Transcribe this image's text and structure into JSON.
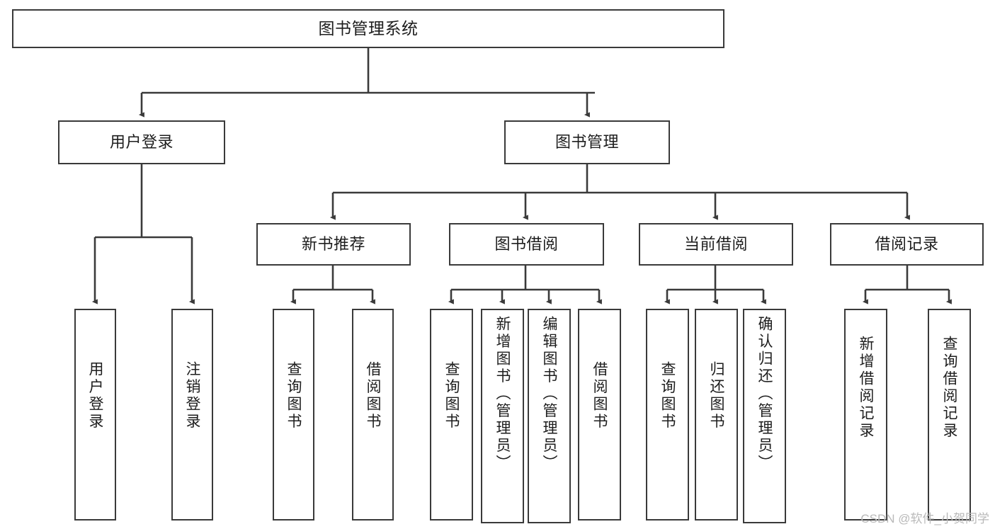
{
  "diagram": {
    "title": "图书管理系统",
    "type": "tree",
    "watermark": "CSDN @软件_小贺同学",
    "colors": {
      "stroke": "#3a3a3a",
      "text": "#1d1d1d",
      "background": "#ffffff",
      "watermark": "#b9b9b9"
    },
    "levels": {
      "root": {
        "label": "图书管理系统"
      },
      "level2": [
        {
          "label": "用户登录"
        },
        {
          "label": "图书管理"
        }
      ],
      "level3": [
        {
          "label": "新书推荐"
        },
        {
          "label": "图书借阅"
        },
        {
          "label": "当前借阅"
        },
        {
          "label": "借阅记录"
        }
      ],
      "level4": [
        {
          "label": "用户登录",
          "parent": "用户登录"
        },
        {
          "label": "注销登录",
          "parent": "用户登录"
        },
        {
          "label": "查询图书",
          "parent": "新书推荐"
        },
        {
          "label": "借阅图书",
          "parent": "新书推荐"
        },
        {
          "label": "查询图书",
          "parent": "图书借阅"
        },
        {
          "label": "新增图书（管理员）",
          "parent": "图书借阅"
        },
        {
          "label": "编辑图书（管理员）",
          "parent": "图书借阅"
        },
        {
          "label": "借阅图书",
          "parent": "图书借阅"
        },
        {
          "label": "查询图书",
          "parent": "当前借阅"
        },
        {
          "label": "归还图书",
          "parent": "当前借阅"
        },
        {
          "label": "确认归还（管理员）",
          "parent": "当前借阅"
        },
        {
          "label": "新增借阅记录",
          "parent": "借阅记录"
        },
        {
          "label": "查询借阅记录",
          "parent": "借阅记录"
        }
      ]
    }
  }
}
